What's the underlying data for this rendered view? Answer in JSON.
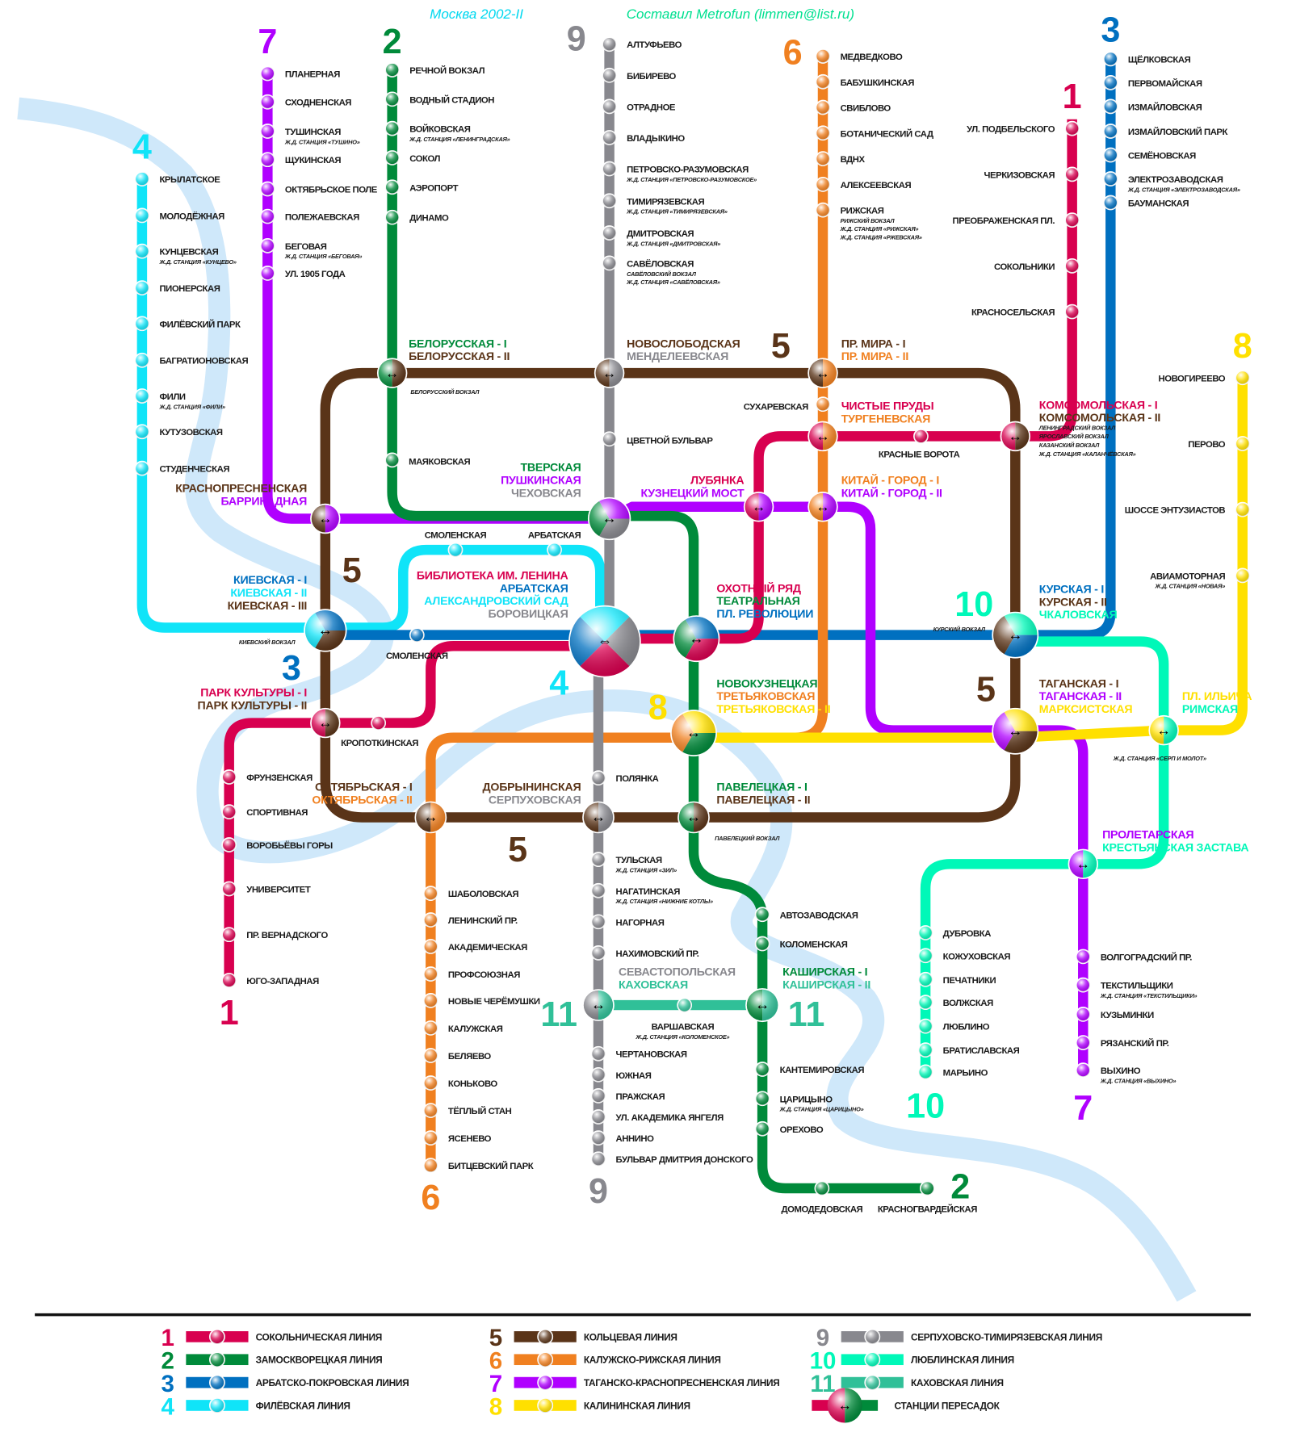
{
  "header": {
    "title": "Москва 2002-II",
    "credit": "Составил Metrofun (limmen@list.ru)",
    "title_color": "#00d8f0",
    "credit_color": "#00e090"
  },
  "lines": [
    {
      "num": "1",
      "name": "СОКОЛЬНИЧЕСКАЯ ЛИНИЯ",
      "color": "#d8004f"
    },
    {
      "num": "2",
      "name": "ЗАМОСКВОРЕЦКАЯ ЛИНИЯ",
      "color": "#008a3a"
    },
    {
      "num": "3",
      "name": "АРБАТСКО-ПОКРОВСКАЯ ЛИНИЯ",
      "color": "#0070c0"
    },
    {
      "num": "4",
      "name": "ФИЛЁВСКАЯ ЛИНИЯ",
      "color": "#10e4f8"
    },
    {
      "num": "5",
      "name": "КОЛЬЦЕВАЯ ЛИНИЯ",
      "color": "#5a3418"
    },
    {
      "num": "6",
      "name": "КАЛУЖСКО-РИЖСКАЯ ЛИНИЯ",
      "color": "#f08020"
    },
    {
      "num": "7",
      "name": "ТАГАНСКО-КРАСНОПРЕСНЕНСКАЯ ЛИНИЯ",
      "color": "#b000ff"
    },
    {
      "num": "8",
      "name": "КАЛИНИНСКАЯ ЛИНИЯ",
      "color": "#ffe000"
    },
    {
      "num": "9",
      "name": "СЕРПУХОВСКО-ТИМИРЯЗЕВСКАЯ ЛИНИЯ",
      "color": "#88888e"
    },
    {
      "num": "10",
      "name": "ЛЮБЛИНСКАЯ ЛИНИЯ",
      "color": "#00f8b8"
    },
    {
      "num": "11",
      "name": "КАХОВСКАЯ ЛИНИЯ",
      "color": "#30c098"
    }
  ],
  "legend": {
    "transfer_label": "СТАНЦИИ ПЕРЕСАДОК"
  },
  "river_color": "#cfe8fa",
  "stations": {
    "l7n": [
      {
        "name": "ПЛАНЕРНАЯ"
      },
      {
        "name": "СХОДНЕНСКАЯ"
      },
      {
        "name": "ТУШИНСКАЯ",
        "notes": [
          "Ж.Д. СТАНЦИЯ «ТУШИНО»"
        ]
      },
      {
        "name": "ЩУКИНСКАЯ"
      },
      {
        "name": "ОКТЯБРЬСКОЕ ПОЛЕ"
      },
      {
        "name": "ПОЛЕЖАЕВСКАЯ"
      },
      {
        "name": "БЕГОВАЯ",
        "notes": [
          "Ж.Д. СТАНЦИЯ «БЕГОВАЯ»"
        ]
      },
      {
        "name": "УЛ. 1905 ГОДА"
      }
    ],
    "l2n": [
      {
        "name": "РЕЧНОЙ ВОКЗАЛ"
      },
      {
        "name": "ВОДНЫЙ СТАДИОН"
      },
      {
        "name": "ВОЙКОВСКАЯ",
        "notes": [
          "Ж.Д. СТАНЦИЯ «ЛЕНИНГРАДСКАЯ»"
        ]
      },
      {
        "name": "СОКОЛ"
      },
      {
        "name": "АЭРОПОРТ"
      },
      {
        "name": "ДИНАМО"
      }
    ],
    "l9n": [
      {
        "name": "АЛТУФЬЕВО"
      },
      {
        "name": "БИБИРЕВО"
      },
      {
        "name": "ОТРАДНОЕ"
      },
      {
        "name": "ВЛАДЫКИНО"
      },
      {
        "name": "ПЕТРОВСКО-РАЗУМОВСКАЯ",
        "notes": [
          "Ж.Д. СТАНЦИЯ «ПЕТРОВСКО-РАЗУМОВСКОЕ»"
        ]
      },
      {
        "name": "ТИМИРЯЗЕВСКАЯ",
        "notes": [
          "Ж.Д. СТАНЦИЯ «ТИМИРЯЗЕВСКАЯ»"
        ]
      },
      {
        "name": "ДМИТРОВСКАЯ",
        "notes": [
          "Ж.Д. СТАНЦИЯ «ДМИТРОВСКАЯ»"
        ]
      },
      {
        "name": "САВЁЛОВСКАЯ",
        "notes": [
          "САВЁЛОВСКИЙ ВОКЗАЛ",
          "Ж.Д. СТАНЦИЯ «САВЁЛОВСКАЯ»"
        ]
      }
    ],
    "l6n": [
      {
        "name": "МЕДВЕДКОВО"
      },
      {
        "name": "БАБУШКИНСКАЯ"
      },
      {
        "name": "СВИБЛОВО"
      },
      {
        "name": "БОТАНИЧЕСКИЙ САД"
      },
      {
        "name": "ВДНХ"
      },
      {
        "name": "АЛЕКСЕЕВСКАЯ"
      },
      {
        "name": "РИЖСКАЯ",
        "notes": [
          "РИЖСКИЙ ВОКЗАЛ",
          "Ж.Д. СТАНЦИЯ «РИЖСКАЯ»",
          "Ж.Д. СТАНЦИЯ «РЖЕВСКАЯ»"
        ]
      }
    ],
    "l1n": [
      {
        "name": "УЛ. ПОДБЕЛЬСКОГО"
      },
      {
        "name": "ЧЕРКИЗОВСКАЯ"
      },
      {
        "name": "ПРЕОБРАЖЕНСКАЯ ПЛ."
      },
      {
        "name": "СОКОЛЬНИКИ"
      },
      {
        "name": "КРАСНОСЕЛЬСКАЯ"
      }
    ],
    "l3n": [
      {
        "name": "ЩЁЛКОВСКАЯ"
      },
      {
        "name": "ПЕРВОМАЙСКАЯ"
      },
      {
        "name": "ИЗМАЙЛОВСКАЯ"
      },
      {
        "name": "ИЗМАЙЛОВСКИЙ ПАРК"
      },
      {
        "name": "СЕМЁНОВСКАЯ"
      },
      {
        "name": "ЭЛЕКТРОЗАВОДСКАЯ",
        "notes": [
          "Ж.Д. СТАНЦИЯ «ЭЛЕКТРОЗАВОДСКАЯ»"
        ]
      },
      {
        "name": "БАУМАНСКАЯ"
      }
    ],
    "l4w": [
      {
        "name": "КРЫЛАТСКОЕ"
      },
      {
        "name": "МОЛОДЁЖНАЯ"
      },
      {
        "name": "КУНЦЕВСКАЯ",
        "notes": [
          "Ж.Д. СТАНЦИЯ «КУНЦЕВО»"
        ]
      },
      {
        "name": "ПИОНЕРСКАЯ"
      },
      {
        "name": "ФИЛЁВСКИЙ ПАРК"
      },
      {
        "name": "БАГРАТИОНОВСКАЯ"
      },
      {
        "name": "ФИЛИ",
        "notes": [
          "Ж.Д. СТАНЦИЯ «ФИЛИ»"
        ]
      },
      {
        "name": "КУТУЗОВСКАЯ"
      },
      {
        "name": "СТУДЕНЧЕСКАЯ"
      }
    ],
    "l8e": [
      {
        "name": "НОВОГИРЕЕВО"
      },
      {
        "name": "ПЕРОВО"
      },
      {
        "name": "ШОССЕ ЭНТУЗИАСТОВ"
      },
      {
        "name": "АВИАМОТОРНАЯ",
        "notes": [
          "Ж.Д. СТАНЦИЯ «НОВАЯ»"
        ]
      }
    ],
    "l1s": [
      {
        "name": "ФРУНЗЕНСКАЯ"
      },
      {
        "name": "СПОРТИВНАЯ"
      },
      {
        "name": "ВОРОБЬЁВЫ ГОРЫ"
      },
      {
        "name": "УНИВЕРСИТЕТ"
      },
      {
        "name": "ПР. ВЕРНАДСКОГО"
      },
      {
        "name": "ЮГО-ЗАПАДНАЯ"
      }
    ],
    "l6s": [
      {
        "name": "ШАБОЛОВСКАЯ"
      },
      {
        "name": "ЛЕНИНСКИЙ ПР."
      },
      {
        "name": "АКАДЕМИЧЕСКАЯ"
      },
      {
        "name": "ПРОФСОЮЗНАЯ"
      },
      {
        "name": "НОВЫЕ ЧЕРЁМУШКИ"
      },
      {
        "name": "КАЛУЖСКАЯ"
      },
      {
        "name": "БЕЛЯЕВО"
      },
      {
        "name": "КОНЬКОВО"
      },
      {
        "name": "ТЁПЛЫЙ СТАН"
      },
      {
        "name": "ЯСЕНЕВО"
      },
      {
        "name": "БИТЦЕВСКИЙ ПАРК"
      }
    ],
    "l9s": [
      {
        "name": "ПОЛЯНКА"
      },
      {
        "name": "ТУЛЬСКАЯ",
        "notes": [
          "Ж.Д. СТАНЦИЯ «ЗИЛ»"
        ]
      },
      {
        "name": "НАГАТИНСКАЯ",
        "notes": [
          "Ж.Д. СТАНЦИЯ «НИЖНИЕ КОТЛЫ»"
        ]
      },
      {
        "name": "НАГОРНАЯ"
      },
      {
        "name": "НАХИМОВСКИЙ ПР."
      },
      {
        "name": "ЧЕРТАНОВСКАЯ"
      },
      {
        "name": "ЮЖНАЯ"
      },
      {
        "name": "ПРАЖСКАЯ"
      },
      {
        "name": "УЛ. АКАДЕМИКА ЯНГЕЛЯ"
      },
      {
        "name": "АННИНО"
      },
      {
        "name": "БУЛЬВАР ДМИТРИЯ ДОНСКОГО"
      }
    ],
    "l2s": [
      {
        "name": "АВТОЗАВОДСКАЯ"
      },
      {
        "name": "КОЛОМЕНСКАЯ"
      },
      {
        "name": "КАНТЕМИРОВСКАЯ"
      },
      {
        "name": "ЦАРИЦЫНО",
        "notes": [
          "Ж.Д. СТАНЦИЯ «ЦАРИЦЫНО»"
        ]
      },
      {
        "name": "ОРЕХОВО"
      }
    ],
    "l10s": [
      {
        "name": "ДУБРОВКА"
      },
      {
        "name": "КОЖУХОВСКАЯ"
      },
      {
        "name": "ПЕЧАТНИКИ"
      },
      {
        "name": "ВОЛЖСКАЯ"
      },
      {
        "name": "ЛЮБЛИНО"
      },
      {
        "name": "БРАТИСЛАВСКАЯ"
      },
      {
        "name": "МАРЬИНО"
      }
    ],
    "l7s": [
      {
        "name": "ВОЛГОГРАДСКИЙ ПР."
      },
      {
        "name": "ТЕКСТИЛЬЩИКИ",
        "notes": [
          "Ж.Д. СТАНЦИЯ «ТЕКСТИЛЬЩИКИ»"
        ]
      },
      {
        "name": "КУЗЬМИНКИ"
      },
      {
        "name": "РЯЗАНСКИЙ ПР."
      },
      {
        "name": "ВЫХИНО",
        "notes": [
          "Ж.Д. СТАНЦИЯ «ВЫХИНО»"
        ]
      }
    ],
    "misc": [
      {
        "name": "МАЯКОВСКАЯ"
      },
      {
        "name": "ЦВЕТНОЙ БУЛЬВАР"
      },
      {
        "name": "СУХАРЕВСКАЯ"
      },
      {
        "name": "КРАСНЫЕ ВОРОТА"
      },
      {
        "name": "СМОЛЕНСКАЯ"
      },
      {
        "name": "АРБАТСКАЯ"
      },
      {
        "name": "СМОЛЕНСКАЯ"
      },
      {
        "name": "КРОПОТКИНСКАЯ"
      },
      {
        "name": "ВАРШАВСКАЯ",
        "notes": [
          "Ж.Д. СТАНЦИЯ «КОЛОМЕНСКОЕ»"
        ]
      },
      {
        "name": "ДОМОДЕДОВСКАЯ"
      },
      {
        "name": "КРАСНОГВАРДЕЙСКАЯ"
      }
    ]
  },
  "transfers": [
    {
      "lines": [
        2,
        5
      ],
      "labels": [
        {
          "t": "БЕЛОРУССКАЯ - I",
          "l": 2
        },
        {
          "t": "БЕЛОРУССКАЯ - II",
          "l": 5
        }
      ],
      "notes": [
        "БЕЛОРУССКИЙ ВОКЗАЛ"
      ]
    },
    {
      "lines": [
        5,
        9
      ],
      "labels": [
        {
          "t": "НОВОСЛОБОДСКАЯ",
          "l": 5
        },
        {
          "t": "МЕНДЕЛЕЕВСКАЯ",
          "l": 9
        }
      ]
    },
    {
      "lines": [
        5,
        6
      ],
      "labels": [
        {
          "t": "ПР. МИРА - I",
          "l": 5
        },
        {
          "t": "ПР. МИРА - II",
          "l": 6
        }
      ]
    },
    {
      "lines": [
        1,
        6
      ],
      "labels": [
        {
          "t": "ЧИСТЫЕ ПРУДЫ",
          "l": 1
        },
        {
          "t": "ТУРГЕНЕВСКАЯ",
          "l": 6
        }
      ]
    },
    {
      "lines": [
        1,
        5
      ],
      "labels": [
        {
          "t": "КОМСОМОЛЬСКАЯ - I",
          "l": 1
        },
        {
          "t": "КОМСОМОЛЬСКАЯ - II",
          "l": 5
        }
      ],
      "notes": [
        "ЛЕНИНГРАДСКИЙ ВОКЗАЛ",
        "ЯРОСЛАВСКИЙ ВОКЗАЛ",
        "КАЗАНСКИЙ ВОКЗАЛ",
        "Ж.Д. СТАНЦИЯ «КАЛАНЧЁВСКАЯ»"
      ]
    },
    {
      "lines": [
        5,
        7
      ],
      "labels": [
        {
          "t": "КРАСНОПРЕСНЕНСКАЯ",
          "l": 5
        },
        {
          "t": "БАРРИКАДНАЯ",
          "l": 7
        }
      ]
    },
    {
      "lines": [
        2,
        7,
        9
      ],
      "labels": [
        {
          "t": "ТВЕРСКАЯ",
          "l": 2
        },
        {
          "t": "ПУШКИНСКАЯ",
          "l": 7
        },
        {
          "t": "ЧЕХОВСКАЯ",
          "l": 9
        }
      ]
    },
    {
      "lines": [
        1,
        7
      ],
      "labels": [
        {
          "t": "ЛУБЯНКА",
          "l": 1
        },
        {
          "t": "КУЗНЕЦКИЙ МОСТ",
          "l": 7
        }
      ]
    },
    {
      "lines": [
        6,
        7
      ],
      "labels": [
        {
          "t": "КИТАЙ - ГОРОД - I",
          "l": 6
        },
        {
          "t": "КИТАЙ - ГОРОД - II",
          "l": 7
        }
      ]
    },
    {
      "lines": [
        4,
        3,
        5
      ],
      "labels": [
        {
          "t": "КИЕВСКАЯ - I",
          "l": 3
        },
        {
          "t": "КИЕВСКАЯ - II",
          "l": 4
        },
        {
          "t": "КИЕВСКАЯ - III",
          "l": 5
        }
      ],
      "notes": [
        "КИЕВСКИЙ ВОКЗАЛ"
      ]
    },
    {
      "lines": [
        3,
        4,
        9,
        1
      ],
      "labels": [
        {
          "t": "БИБЛИОТЕКА ИМ. ЛЕНИНА",
          "l": 1
        },
        {
          "t": "АРБАТСКАЯ",
          "l": 3
        },
        {
          "t": "АЛЕКСАНДРОВСКИЙ САД",
          "l": 4
        },
        {
          "t": "БОРОВИЦКАЯ",
          "l": 9
        }
      ]
    },
    {
      "lines": [
        2,
        3,
        1
      ],
      "labels": [
        {
          "t": "ОХОТНЫЙ РЯД",
          "l": 1
        },
        {
          "t": "ТЕАТРАЛЬНАЯ",
          "l": 2
        },
        {
          "t": "ПЛ. РЕВОЛЮЦИИ",
          "l": 3
        }
      ]
    },
    {
      "lines": [
        5,
        10,
        3
      ],
      "labels": [
        {
          "t": "КУРСКАЯ - I",
          "l": 3
        },
        {
          "t": "КУРСКАЯ - II",
          "l": 5
        },
        {
          "t": "ЧКАЛОВСКАЯ",
          "l": 10
        }
      ],
      "notes": [
        "КУРСКИЙ ВОКЗАЛ"
      ]
    },
    {
      "lines": [
        1,
        5
      ],
      "labels": [
        {
          "t": "ПАРК КУЛЬТУРЫ - I",
          "l": 1
        },
        {
          "t": "ПАРК КУЛЬТУРЫ - II",
          "l": 5
        }
      ]
    },
    {
      "lines": [
        6,
        8,
        2
      ],
      "labels": [
        {
          "t": "НОВОКУЗНЕЦКАЯ",
          "l": 2
        },
        {
          "t": "ТРЕТЬЯКОВСКАЯ - I",
          "l": 6
        },
        {
          "t": "ТРЕТЬЯКОВСКАЯ - II",
          "l": 8
        }
      ]
    },
    {
      "lines": [
        7,
        8,
        5
      ],
      "labels": [
        {
          "t": "ТАГАНСКАЯ - I",
          "l": 5
        },
        {
          "t": "ТАГАНСКАЯ - II",
          "l": 7
        },
        {
          "t": "МАРКСИСТСКАЯ",
          "l": 8
        }
      ]
    },
    {
      "lines": [
        8,
        10
      ],
      "labels": [
        {
          "t": "ПЛ. ИЛЬИЧА",
          "l": 8
        },
        {
          "t": "РИМСКАЯ",
          "l": 10
        }
      ],
      "notes": [
        "Ж.Д. СТАНЦИЯ «СЕРП И МОЛОТ»"
      ]
    },
    {
      "lines": [
        5,
        6
      ],
      "labels": [
        {
          "t": "ОКТЯБРЬСКАЯ - I",
          "l": 5
        },
        {
          "t": "ОКТЯБРЬСКАЯ - II",
          "l": 6
        }
      ]
    },
    {
      "lines": [
        5,
        9
      ],
      "labels": [
        {
          "t": "ДОБРЫНИНСКАЯ",
          "l": 5
        },
        {
          "t": "СЕРПУХОВСКАЯ",
          "l": 9
        }
      ]
    },
    {
      "lines": [
        2,
        5
      ],
      "labels": [
        {
          "t": "ПАВЕЛЕЦКАЯ - I",
          "l": 2
        },
        {
          "t": "ПАВЕЛЕЦКАЯ - II",
          "l": 5
        }
      ],
      "notes": [
        "ПАВЕЛЕЦКИЙ ВОКЗАЛ"
      ]
    },
    {
      "lines": [
        7,
        10
      ],
      "labels": [
        {
          "t": "ПРОЛЕТАРСКАЯ",
          "l": 7
        },
        {
          "t": "КРЕСТЬЯНСКАЯ ЗАСТАВА",
          "l": 10
        }
      ]
    },
    {
      "lines": [
        9,
        11
      ],
      "labels": [
        {
          "t": "СЕВАСТОПОЛЬСКАЯ",
          "l": 9
        },
        {
          "t": "КАХОВСКАЯ",
          "l": 11
        }
      ]
    },
    {
      "lines": [
        2,
        11
      ],
      "labels": [
        {
          "t": "КАШИРСКАЯ - I",
          "l": 2
        },
        {
          "t": "КАШИРСКАЯ - II",
          "l": 11
        }
      ]
    }
  ]
}
